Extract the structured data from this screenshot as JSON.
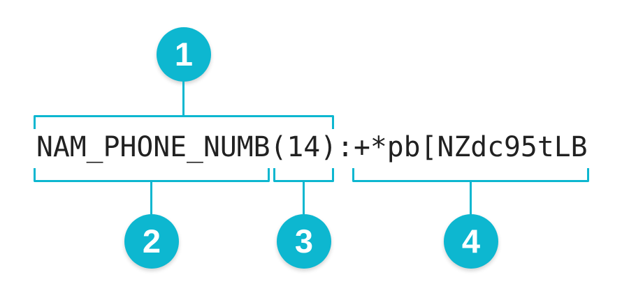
{
  "colors": {
    "accent": "#0db7d0",
    "text": "#212121",
    "badge_text": "#ffffff",
    "background": "#ffffff"
  },
  "code": {
    "text": "NAM_PHONE_NUMB(14):+*pb[NZdc95tLB"
  },
  "callouts": [
    {
      "number": "1",
      "refers_to": "NAM_PHONE_NUMB(14)",
      "position": "top"
    },
    {
      "number": "2",
      "refers_to": "NAM_PHONE_NUMB",
      "position": "bottom"
    },
    {
      "number": "3",
      "refers_to": "(14)",
      "position": "bottom"
    },
    {
      "number": "4",
      "refers_to": "+*pb[NZdc95tLB",
      "position": "bottom"
    }
  ]
}
